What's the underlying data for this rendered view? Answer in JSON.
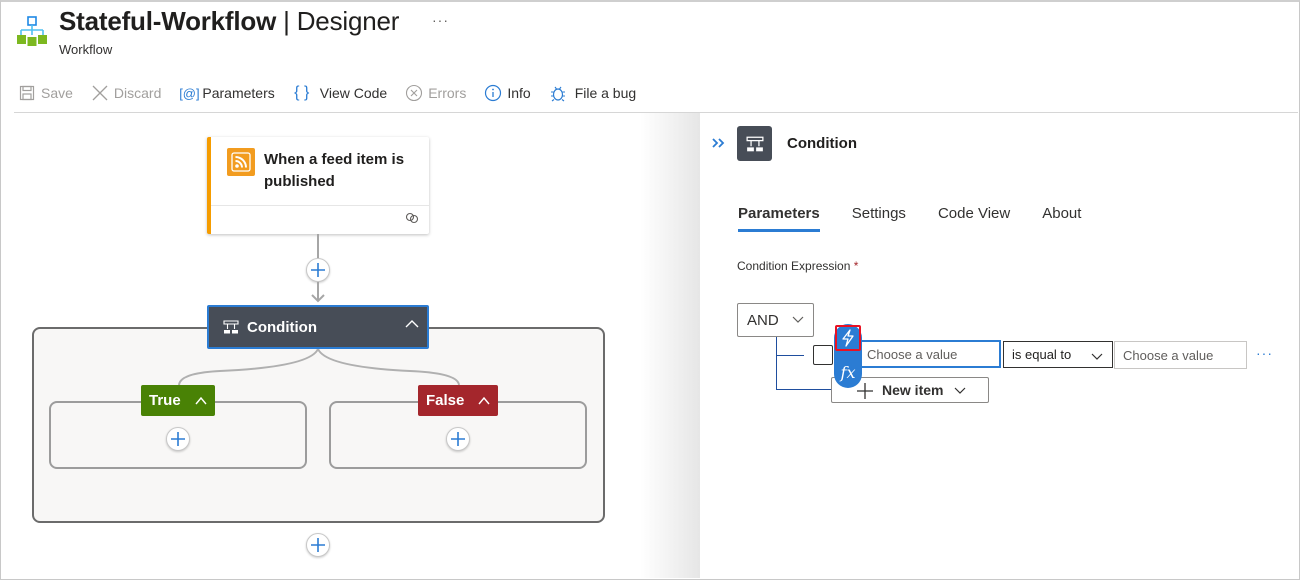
{
  "header": {
    "title_bold": "Stateful-Workflow",
    "title_rest": " | Designer",
    "more_label": "···",
    "subtitle": "Workflow"
  },
  "toolbar": {
    "items": [
      {
        "label": "Save",
        "icon": "save-icon",
        "enabled": false
      },
      {
        "label": "Discard",
        "icon": "close-icon",
        "enabled": false
      },
      {
        "label": "Parameters",
        "icon": "parameters-icon",
        "enabled": true
      },
      {
        "label": "View Code",
        "icon": "braces-icon",
        "enabled": true
      },
      {
        "label": "Errors",
        "icon": "error-icon",
        "enabled": false
      },
      {
        "label": "Info",
        "icon": "info-icon",
        "enabled": true
      },
      {
        "label": "File a bug",
        "icon": "bug-icon",
        "enabled": true
      }
    ]
  },
  "canvas": {
    "trigger": {
      "title": "When a feed item is published",
      "icon": "rss-icon",
      "accent": "#f59c00"
    },
    "condition": {
      "label": "Condition",
      "bg": "#474d57"
    },
    "branches": {
      "true": {
        "label": "True",
        "color": "#498205"
      },
      "false": {
        "label": "False",
        "color": "#a4262c"
      }
    }
  },
  "panel": {
    "title": "Condition",
    "tabs": [
      {
        "label": "Parameters",
        "active": true
      },
      {
        "label": "Settings",
        "active": false
      },
      {
        "label": "Code View",
        "active": false
      },
      {
        "label": "About",
        "active": false
      }
    ],
    "field_label": "Condition Expression",
    "required_mark": "*",
    "group_operator": "AND",
    "row": {
      "left_placeholder": "Choose a value",
      "operator": "is equal to",
      "right_placeholder": "Choose a value",
      "more": "···"
    },
    "token_picker": {
      "dynamic_icon": "lightning-icon",
      "expression_label": "fx"
    },
    "new_item_label": "New item"
  },
  "colors": {
    "accent": "#2b7cd3",
    "highlight": "#e81123"
  }
}
